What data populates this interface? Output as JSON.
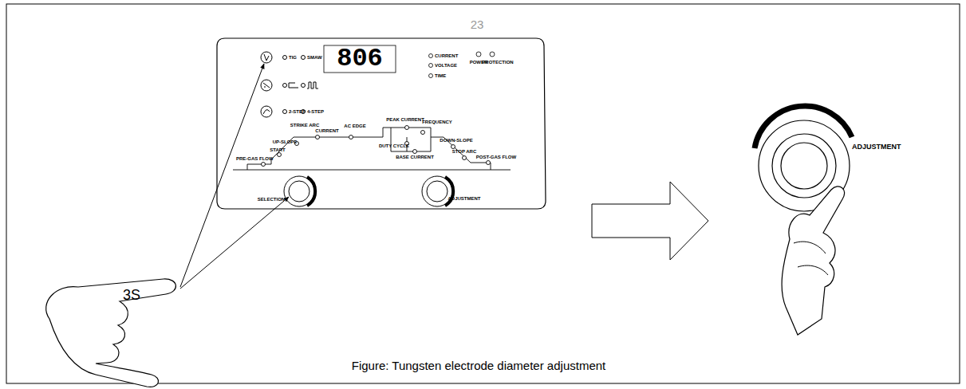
{
  "diagram": {
    "caption": "Figure: Tungsten electrode diameter adjustment",
    "labels": [
      "23",
      "3S",
      "TIG",
      "SMAW",
      "2-STEP",
      "4-STEP",
      "806",
      "CURRENT",
      "VOLTAGE",
      "TIME",
      "POWER",
      "PROTECTION",
      "PRE-GAS FLOW",
      "UP-SLOPE",
      "START",
      "STRIKE ARC",
      "CURRENT",
      "AC EDGE",
      "PEAK CURRENT",
      "FREQUENCY",
      "DUTY CYCLE",
      "BASE CURRENT",
      "DOWN-SLOPE",
      "STOP ARC",
      "POST-GAS FLOW",
      "SELECTION",
      "ADJUSTMENT",
      "ADJUSTMENT"
    ]
  }
}
